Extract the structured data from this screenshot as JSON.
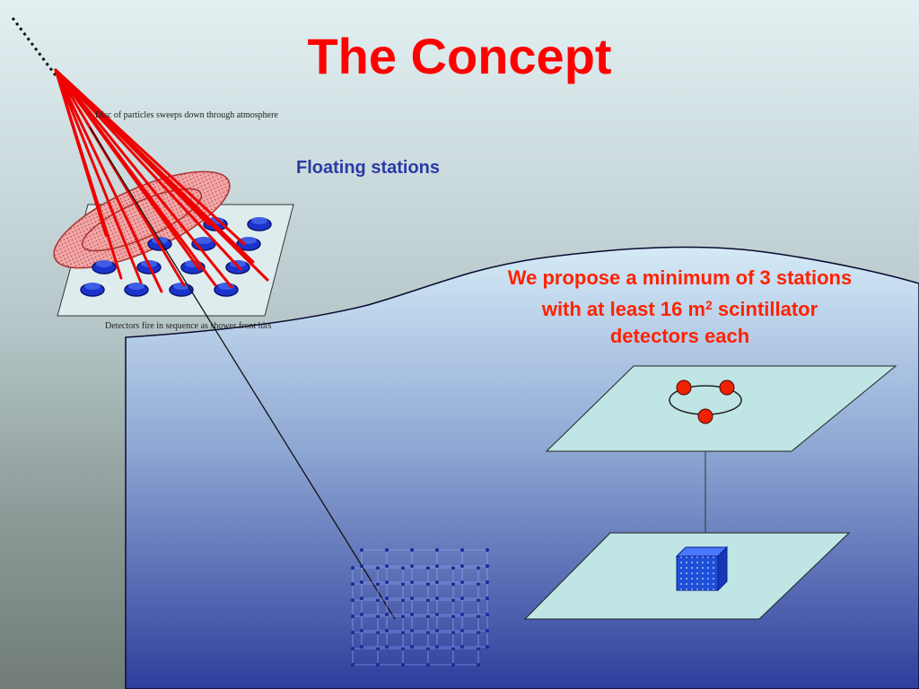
{
  "title": "The Concept",
  "floating_label": "Floating stations",
  "proposal": {
    "line1": "We propose a minimum of 3 stations",
    "line2_before": "with at least 16 m",
    "line2_sup": "2",
    "line2_after": " scintillator",
    "line3": "detectors each"
  },
  "disc_caption": "Disc of particles sweeps down through atmosphere",
  "detector_caption": "Detectors fire in sequence as shower front hits",
  "colors": {
    "title": "#ff0000",
    "proposal_text": "#ff2200",
    "floating_label": "#2a3aa6",
    "shower_lines": "#ee0000",
    "detector_blue": "#1a33cc",
    "station_dot": "#ee2200",
    "platform": "#bfe6e4"
  }
}
